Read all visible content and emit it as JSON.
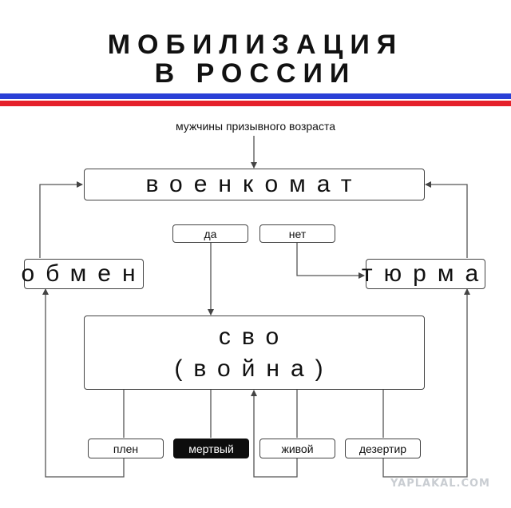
{
  "title": {
    "line1": "МОБИЛИЗАЦИЯ",
    "line2": "В РОССИИ"
  },
  "flag_colors": {
    "white": "#ffffff",
    "blue": "#2a3fd6",
    "red": "#e5202a"
  },
  "input_label": "мужчины призывного возраста",
  "nodes": {
    "voenkomat": "военкомат",
    "da": "да",
    "net": "нет",
    "obmen": "обмен",
    "tyurma": "тюрма",
    "svo": "сво",
    "voyna": "(война)",
    "plen": "плен",
    "mertvy": "мертвый",
    "zhivoy": "живой",
    "dezertir": "дезертир"
  },
  "watermark": "YAPLAKAL.COM"
}
